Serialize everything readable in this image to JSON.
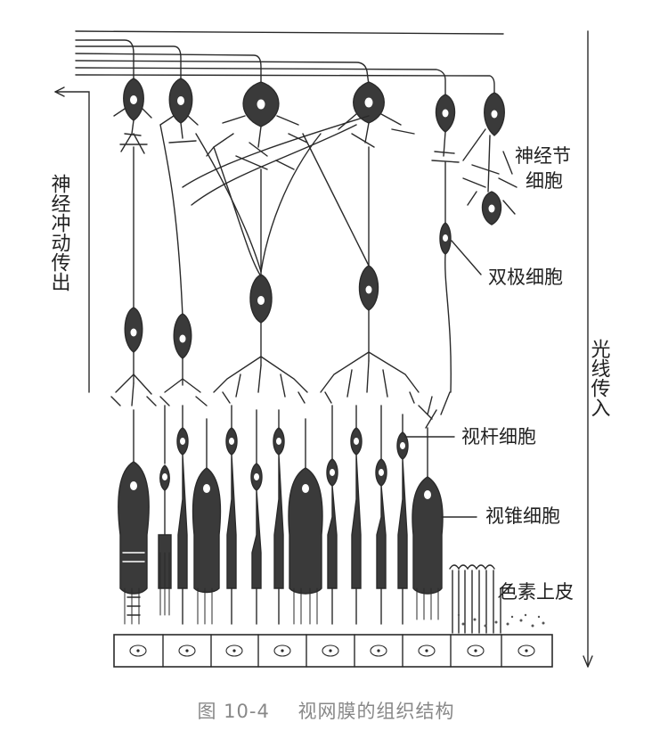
{
  "labels": {
    "left_arrow": "神经冲动传出",
    "right_arrow": "光线传入",
    "ganglion": [
      "神经节",
      "细胞"
    ],
    "bipolar": "双极细胞",
    "rod": "视杆细胞",
    "cone": "视锥细胞",
    "pigment": "色素上皮"
  },
  "caption": {
    "number": "图 10-4",
    "title": "视网膜的组织结构"
  },
  "colors": {
    "ink": "#2a2a2a",
    "cell_fill": "#3a3a3a",
    "caption": "#888888"
  }
}
